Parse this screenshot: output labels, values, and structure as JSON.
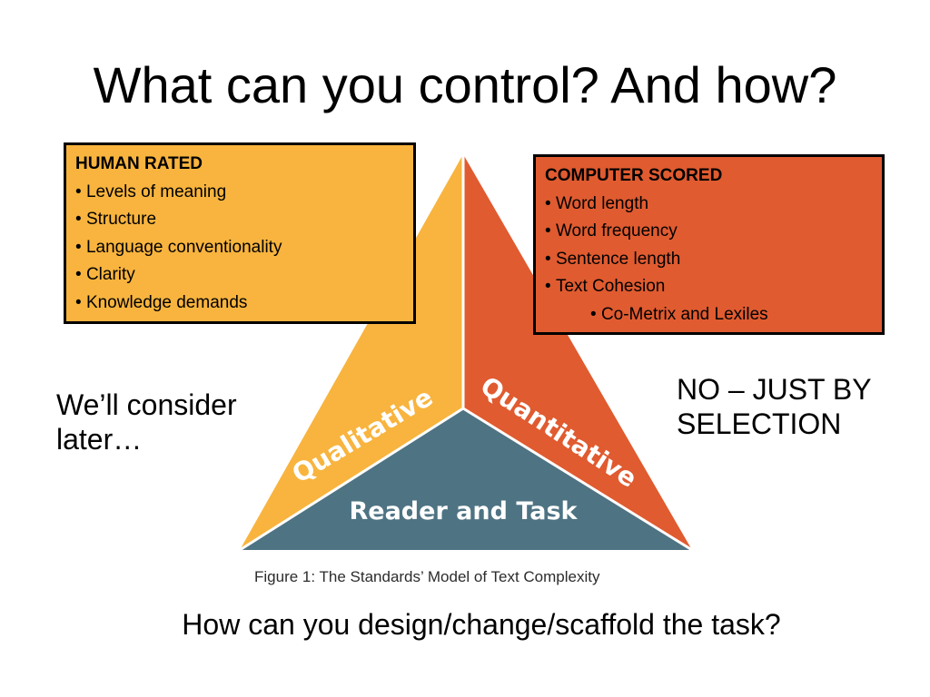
{
  "slide": {
    "title": "What can you control? And how?",
    "colors": {
      "qualitative": "#f8b43e",
      "quantitative": "#e05b30",
      "reader_task": "#4e7383",
      "divider": "#ffffff"
    }
  },
  "human_rated": {
    "heading": "HUMAN RATED",
    "items": [
      "Levels of meaning",
      "Structure",
      "Language conventionality",
      "Clarity",
      "Knowledge demands"
    ]
  },
  "computer_scored": {
    "heading": "COMPUTER SCORED",
    "items": [
      "Word length",
      "Word frequency",
      "Sentence length",
      "Text Cohesion"
    ],
    "subitems": [
      "Co-Metrix and Lexiles"
    ]
  },
  "diagram": {
    "qualitative_label": "Qualitative",
    "quantitative_label": "Quantitative",
    "reader_task_label": "Reader and Task",
    "caption": "Figure 1: The Standards’ Model of Text Complexity"
  },
  "notes": {
    "left": "We’ll consider later…",
    "right": "NO – JUST BY SELECTION",
    "bottom": "How can you design/change/scaffold the task?"
  }
}
